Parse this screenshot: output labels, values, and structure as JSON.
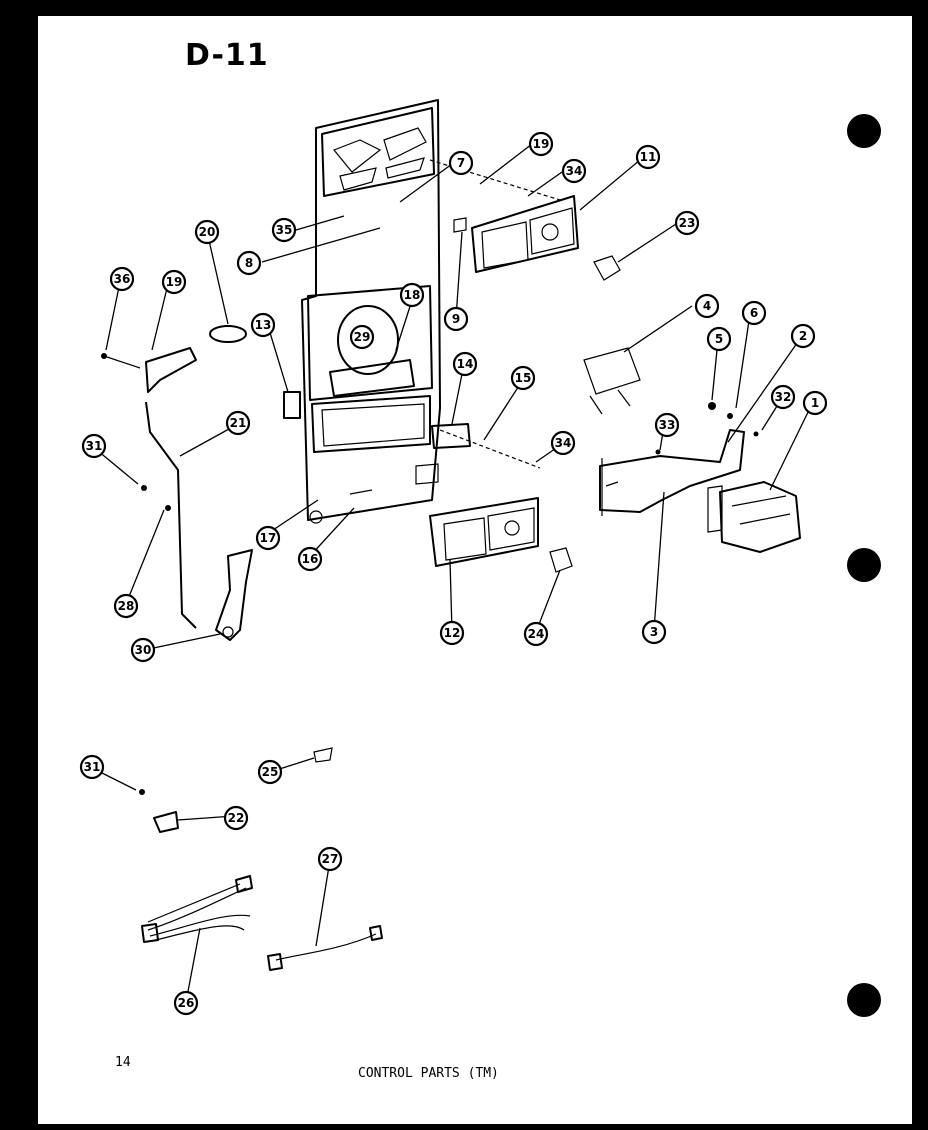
{
  "page_code": "D-11",
  "page_number": "14",
  "caption": "CONTROL PARTS (TM)",
  "callouts": [
    "19",
    "34",
    "11",
    "7",
    "35",
    "8",
    "9",
    "20",
    "23",
    "36",
    "19",
    "13",
    "18",
    "29",
    "4",
    "6",
    "5",
    "2",
    "32",
    "1",
    "33",
    "14",
    "15",
    "34",
    "31",
    "21",
    "17",
    "16",
    "12",
    "24",
    "3",
    "28",
    "30",
    "31",
    "25",
    "22",
    "27",
    "26"
  ]
}
